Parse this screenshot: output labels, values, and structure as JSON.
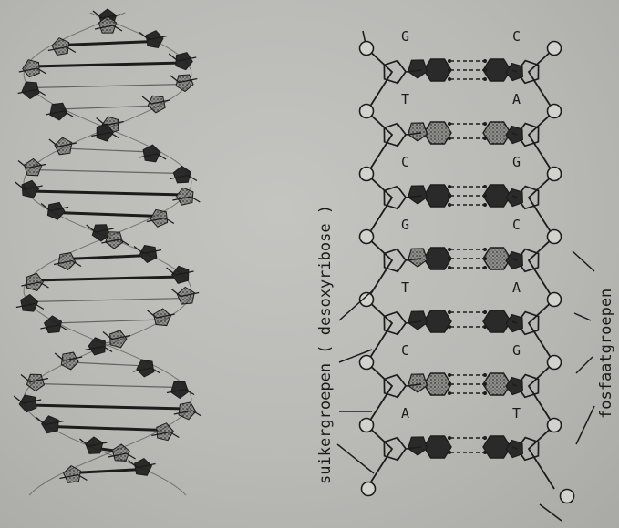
{
  "figure": {
    "labels": {
      "sugar_groups": "suikergroepen ( desoxyribose )",
      "phosphate_groups": "fosfaatgroepen"
    },
    "base_pairs": [
      {
        "left": "G",
        "right": "C",
        "hbonds": 3
      },
      {
        "left": "T",
        "right": "A",
        "hbonds": 2
      },
      {
        "left": "C",
        "right": "G",
        "hbonds": 3
      },
      {
        "left": "G",
        "right": "C",
        "hbonds": 3
      },
      {
        "left": "T",
        "right": "A",
        "hbonds": 2
      },
      {
        "left": "C",
        "right": "G",
        "hbonds": 3
      },
      {
        "left": "A",
        "right": "T",
        "hbonds": 2
      }
    ],
    "colors": {
      "ink": "#1c1c1c",
      "dark_base": "#2a2a2a",
      "stippled_base": "#6d6d6a",
      "paper": "#bcbcb9"
    }
  }
}
